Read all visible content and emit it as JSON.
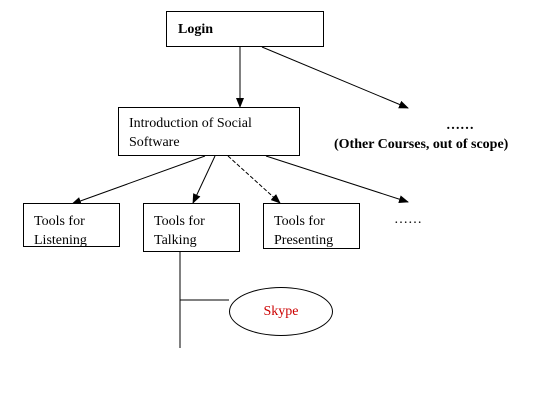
{
  "nodes": {
    "login": "Login",
    "intro": "Introduction of Social Software",
    "listening": "Tools for Listening",
    "talking": "Tools for Talking",
    "presenting": "Tools for Presenting",
    "skype": "Skype",
    "other_dots": "……",
    "other_courses": "(Other Courses, out of scope)",
    "more_tools": "……"
  },
  "colors": {
    "line": "#000000",
    "skype_text": "#cc0000"
  }
}
